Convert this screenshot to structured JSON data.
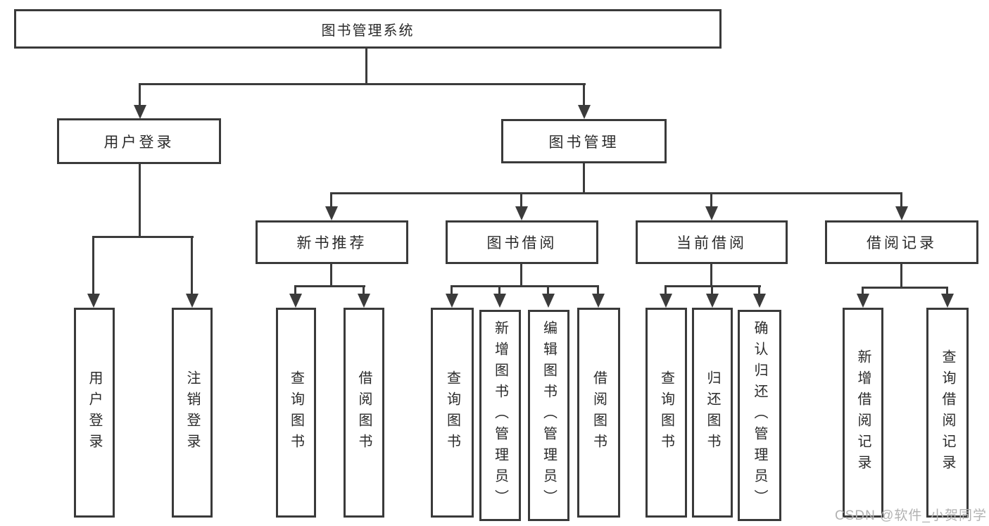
{
  "diagram": {
    "title_node": {
      "label": "图书管理系统"
    },
    "level2": [
      {
        "label": "用户登录"
      },
      {
        "label": "图书管理"
      }
    ],
    "level3": [
      {
        "label": "新书推荐"
      },
      {
        "label": "图书借阅"
      },
      {
        "label": "当前借阅"
      },
      {
        "label": "借阅记录"
      }
    ],
    "leaves": [
      {
        "label": "用户登录",
        "parent": "用户登录"
      },
      {
        "label": "注销登录",
        "parent": "用户登录"
      },
      {
        "label": "查询图书",
        "parent": "新书推荐"
      },
      {
        "label": "借阅图书",
        "parent": "新书推荐"
      },
      {
        "label": "查询图书",
        "parent": "图书借阅"
      },
      {
        "label": "新增图书（管理员）",
        "parent": "图书借阅"
      },
      {
        "label": "编辑图书（管理员）",
        "parent": "图书借阅"
      },
      {
        "label": "借阅图书",
        "parent": "图书借阅"
      },
      {
        "label": "查询图书",
        "parent": "当前借阅"
      },
      {
        "label": "归还图书",
        "parent": "当前借阅"
      },
      {
        "label": "确认归还（管理员）",
        "parent": "当前借阅"
      },
      {
        "label": "新增借阅记录",
        "parent": "借阅记录"
      },
      {
        "label": "查询借阅记录",
        "parent": "借阅记录"
      }
    ]
  },
  "watermark": {
    "text": "CSDN @软件_小贺同学"
  },
  "colors": {
    "line": "#3b3b3b",
    "border": "#3a3a3a",
    "text": "#2b2b2b",
    "background": "#ffffff",
    "watermark": "#b2b2b2"
  }
}
